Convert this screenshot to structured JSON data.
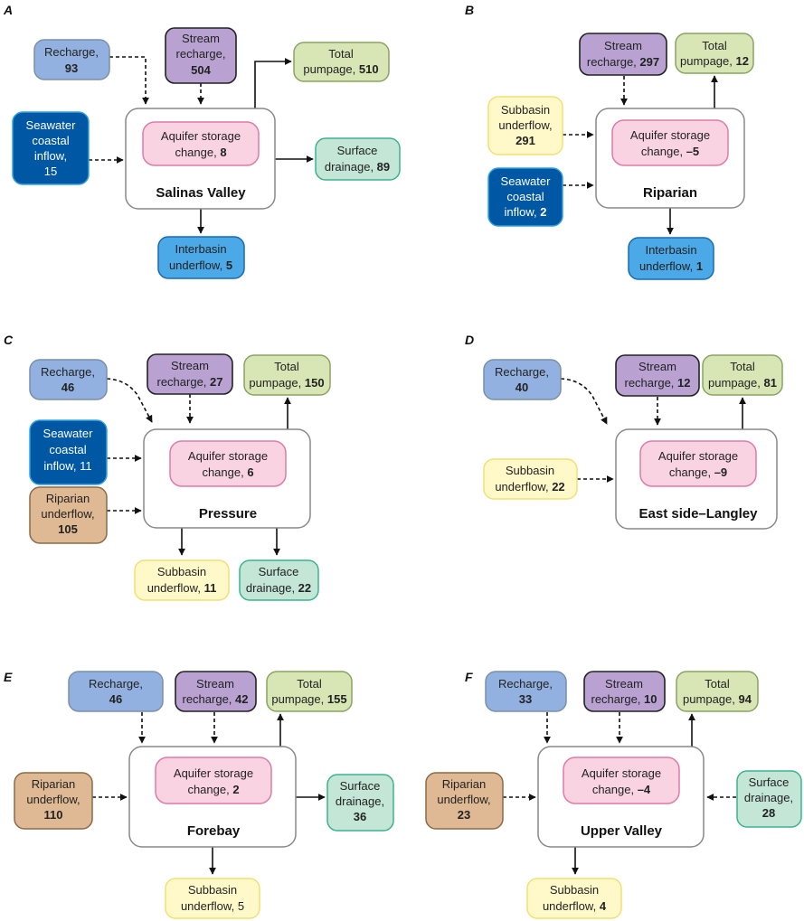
{
  "panels": {
    "A": {
      "letter": "A",
      "region": "Salinas Valley",
      "storage": {
        "text": "Aquifer storage",
        "lead": "change, ",
        "value": "8"
      },
      "recharge": {
        "line1": "Recharge,",
        "value": "93"
      },
      "stream": {
        "line1": "Stream",
        "line2": "recharge,",
        "value": "504"
      },
      "pumpage": {
        "line1": "Total",
        "lead": "pumpage, ",
        "value": "510"
      },
      "seawater": {
        "line1": "Seawater",
        "line2": "coastal",
        "line3": "inflow,",
        "value": "15"
      },
      "drainage": {
        "line1": "Surface",
        "lead": "drainage, ",
        "value": "89"
      },
      "interbasin": {
        "line1": "Interbasin",
        "lead": "underflow, ",
        "value": "5"
      }
    },
    "B": {
      "letter": "B",
      "region": "Riparian",
      "storage": {
        "text": "Aquifer storage",
        "lead": "change, ",
        "value": "–5"
      },
      "stream": {
        "line1": "Stream",
        "lead": "recharge, ",
        "value": "297"
      },
      "pumpage": {
        "line1": "Total",
        "lead": "pumpage, ",
        "value": "12"
      },
      "subbasin": {
        "line1": "Subbasin",
        "line2": "underflow,",
        "value": "291"
      },
      "seawater": {
        "line1": "Seawater",
        "line2": "coastal",
        "lead": "inflow, ",
        "value": "2"
      },
      "interbasin": {
        "line1": "Interbasin",
        "lead": "underflow, ",
        "value": "1"
      }
    },
    "C": {
      "letter": "C",
      "region": "Pressure",
      "storage": {
        "text": "Aquifer storage",
        "lead": "change, ",
        "value": "6"
      },
      "recharge": {
        "line1": "Recharge,",
        "value": "46"
      },
      "stream": {
        "line1": "Stream",
        "lead": "recharge, ",
        "value": "27"
      },
      "pumpage": {
        "line1": "Total",
        "lead": "pumpage, ",
        "value": "150"
      },
      "seawater": {
        "line1": "Seawater",
        "line2": "coastal",
        "lead": "inflow, ",
        "value": "11"
      },
      "riparian": {
        "line1": "Riparian",
        "line2": "underflow,",
        "value": "105"
      },
      "subbasin": {
        "line1": "Subbasin",
        "lead": "underflow, ",
        "value": "11"
      },
      "drainage": {
        "line1": "Surface",
        "lead": "drainage, ",
        "value": "22"
      }
    },
    "D": {
      "letter": "D",
      "region": "East side–Langley",
      "storage": {
        "text": "Aquifer storage",
        "lead": "change, ",
        "value": "–9"
      },
      "recharge": {
        "line1": "Recharge,",
        "value": "40"
      },
      "stream": {
        "line1": "Stream",
        "lead": "recharge, ",
        "value": "12"
      },
      "pumpage": {
        "line1": "Total",
        "lead": "pumpage, ",
        "value": "81"
      },
      "subbasin": {
        "line1": "Subbasin",
        "lead": "underflow, ",
        "value": "22"
      }
    },
    "E": {
      "letter": "E",
      "region": "Forebay",
      "storage": {
        "text": "Aquifer storage",
        "lead": "change, ",
        "value": "2"
      },
      "recharge": {
        "line1": "Recharge,",
        "value": "46"
      },
      "stream": {
        "line1": "Stream",
        "lead": "recharge, ",
        "value": "42"
      },
      "pumpage": {
        "line1": "Total",
        "lead": "pumpage, ",
        "value": "155"
      },
      "riparian": {
        "line1": "Riparian",
        "line2": "underflow,",
        "value": "110"
      },
      "drainage": {
        "line1": "Surface",
        "line2": "drainage,",
        "value": "36"
      },
      "subbasin": {
        "line1": "Subbasin",
        "lead": "underflow, ",
        "value": "5"
      }
    },
    "F": {
      "letter": "F",
      "region": "Upper Valley",
      "storage": {
        "text": "Aquifer storage",
        "lead": "change, ",
        "value": "–4"
      },
      "recharge": {
        "line1": "Recharge,",
        "value": "33"
      },
      "stream": {
        "line1": "Stream",
        "lead": "recharge, ",
        "value": "10"
      },
      "pumpage": {
        "line1": "Total",
        "lead": "pumpage, ",
        "value": "94"
      },
      "riparian": {
        "line1": "Riparian",
        "line2": "underflow,",
        "value": "23"
      },
      "drainage": {
        "line1": "Surface",
        "line2": "drainage,",
        "value": "28"
      },
      "subbasin": {
        "line1": "Subbasin",
        "lead": "underflow, ",
        "value": "4"
      }
    }
  }
}
